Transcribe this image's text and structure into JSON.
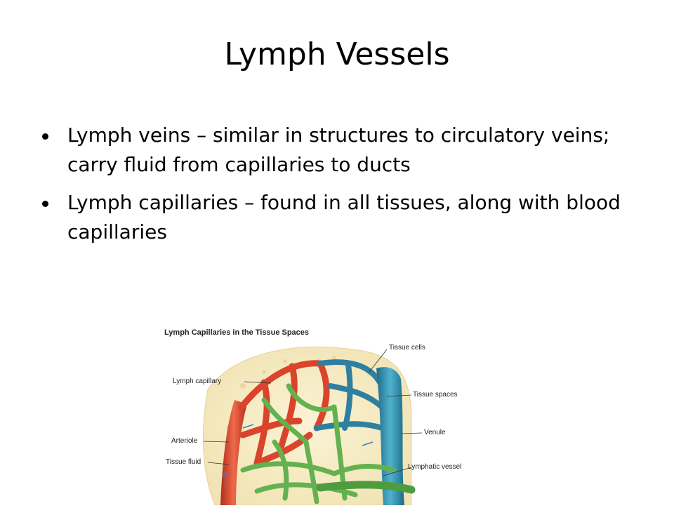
{
  "slide": {
    "title": "Lymph Vessels",
    "bullets": [
      "Lymph veins – similar in structures to circulatory veins; carry fluid from capillaries to ducts",
      "Lymph capillaries – found in all tissues, along with blood capillaries"
    ]
  },
  "figure": {
    "title": "Lymph Capillaries in the Tissue Spaces",
    "labels": {
      "lymph_capillary": "Lymph capillary",
      "arteriole": "Arteriole",
      "tissue_fluid": "Tissue fluid",
      "tissue_cells": "Tissue cells",
      "tissue_spaces": "Tissue spaces",
      "venule": "Venule",
      "lymphatic_vessel": "Lymphatic vessel"
    },
    "colors": {
      "arteriole": "#d9442b",
      "venule": "#2f8aa8",
      "lymph": "#6db85a",
      "tissue": "#f6edc9"
    }
  }
}
